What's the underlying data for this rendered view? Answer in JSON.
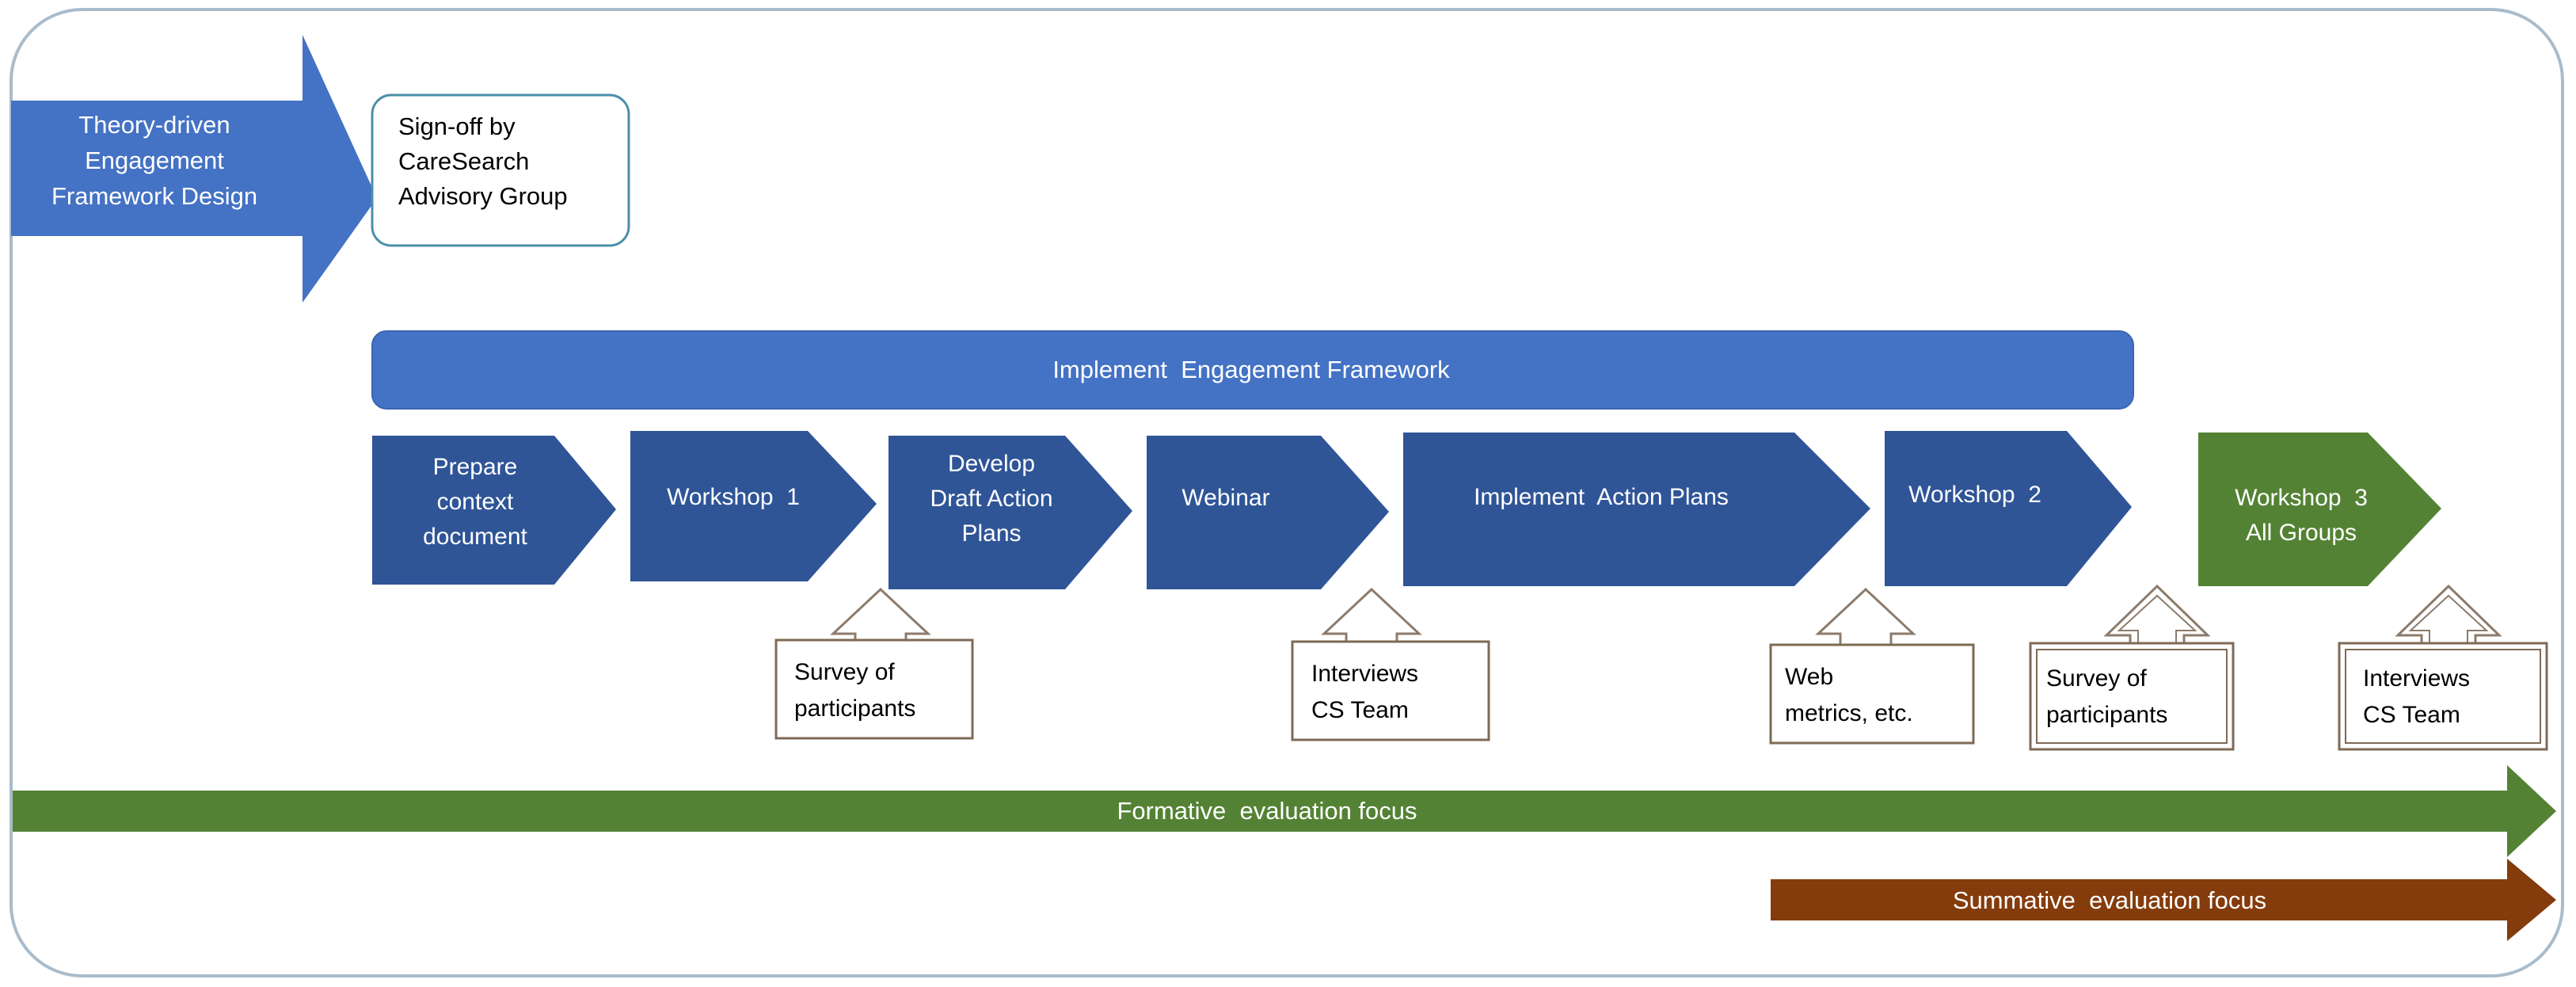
{
  "title": "",
  "colors": {
    "frame": "#a9bccb",
    "blue": "#4472c4",
    "dark_blue": "#2f5597",
    "green": "#548235",
    "brown": "#843c0c",
    "box_border": "#7f6a56",
    "arrow_outline": "#8c7b6b"
  },
  "design_arrow": {
    "label": "Theory-driven\nEngagement\nFramework Design"
  },
  "signoff_box": {
    "label": "Sign-off by\nCareSearch\nAdvisory Group"
  },
  "implement_bar": {
    "label": "Implement  Engagement Framework"
  },
  "steps": [
    {
      "id": "prepare",
      "label": "Prepare\ncontext\ndocument"
    },
    {
      "id": "workshop1",
      "label": "Workshop  1"
    },
    {
      "id": "develop",
      "label": "Develop\nDraft Action\nPlans"
    },
    {
      "id": "webinar",
      "label": "Webinar"
    },
    {
      "id": "implement-action",
      "label": "Implement  Action Plans"
    },
    {
      "id": "workshop2",
      "label": "Workshop  2"
    },
    {
      "id": "workshop3",
      "label": "Workshop  3\nAll Groups"
    }
  ],
  "evaluations": [
    {
      "id": "survey1",
      "label": "Survey of\nparticipants"
    },
    {
      "id": "interviews1",
      "label": "Interviews\nCS Team"
    },
    {
      "id": "web-metrics",
      "label": "Web\nmetrics, etc."
    },
    {
      "id": "survey2",
      "label": "Survey of\nparticipants"
    },
    {
      "id": "interviews2",
      "label": "Interviews\nCS Team"
    }
  ],
  "focus_arrows": [
    {
      "id": "formative",
      "label": "Formative  evaluation focus"
    },
    {
      "id": "summative",
      "label": "Summative  evaluation focus"
    }
  ]
}
